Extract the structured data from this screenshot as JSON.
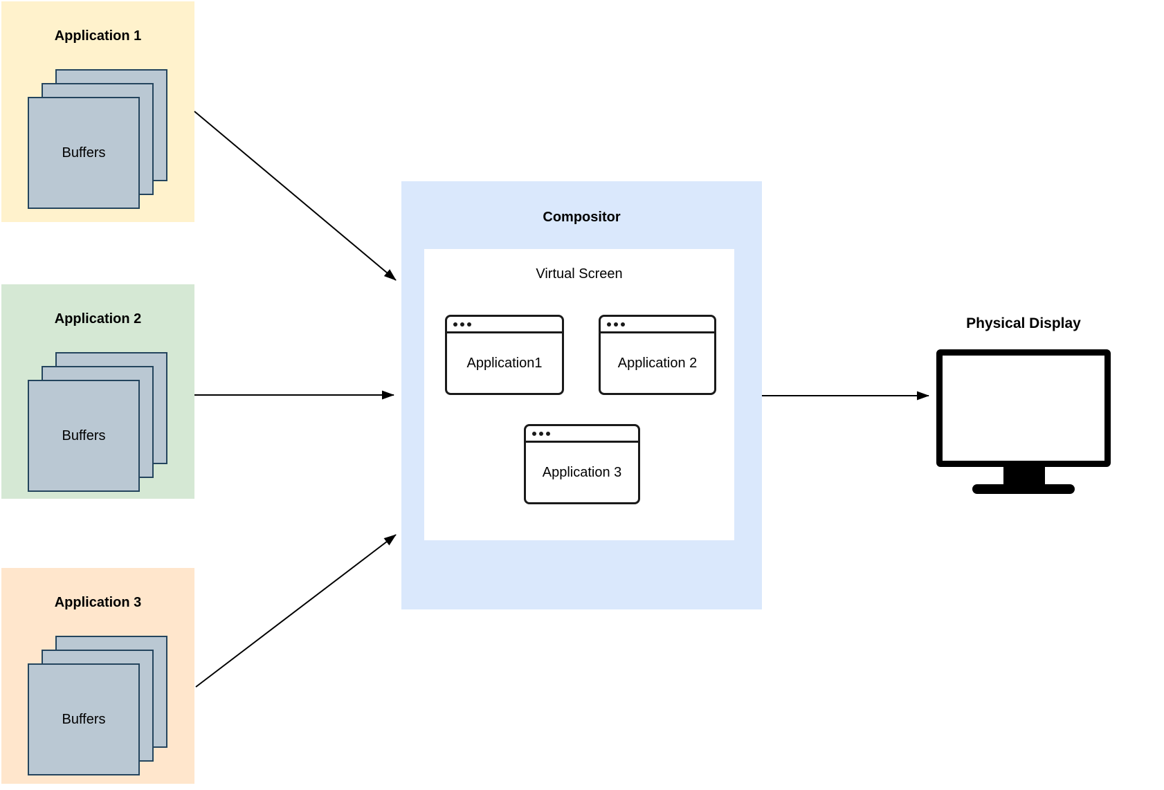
{
  "apps": [
    {
      "label": "Application 1",
      "buffers_label": "Buffers",
      "bg_color": "#FFF2CC"
    },
    {
      "label": "Application 2",
      "buffers_label": "Buffers",
      "bg_color": "#D5E8D4"
    },
    {
      "label": "Application 3",
      "buffers_label": "Buffers",
      "bg_color": "#FFE6CC"
    }
  ],
  "compositor": {
    "title": "Compositor",
    "bg_color": "#DAE8FC",
    "virtual_screen": {
      "title": "Virtual Screen",
      "windows": [
        {
          "label": "Application1"
        },
        {
          "label": "Application 2"
        },
        {
          "label": "Application 3"
        }
      ]
    }
  },
  "physical_display": {
    "label": "Physical Display"
  },
  "colors": {
    "buffer_fill": "#BAC8D3",
    "buffer_border": "#23445D",
    "window_border": "#1A1A1A",
    "arrow": "#000000"
  }
}
